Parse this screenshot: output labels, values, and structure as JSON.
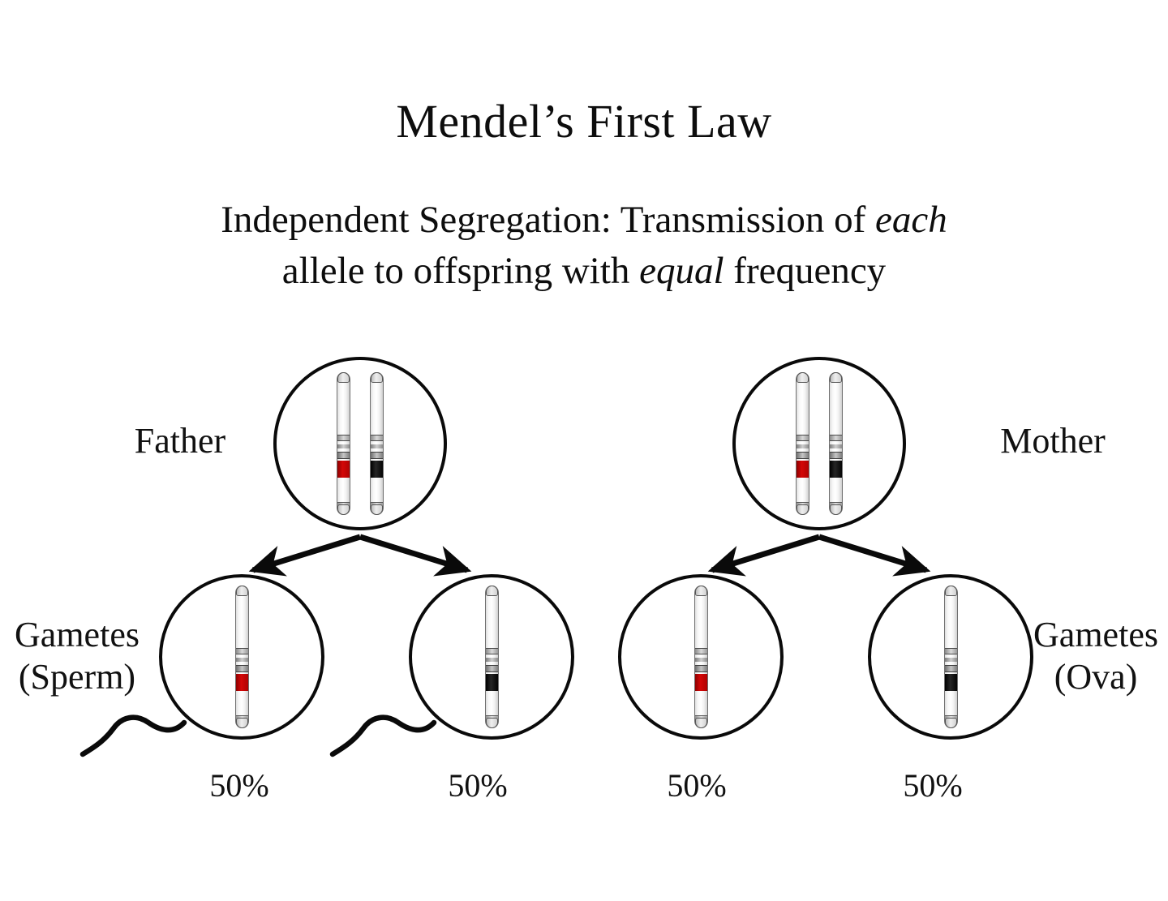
{
  "slide": {
    "title": "Mendel’s First Law",
    "subtitle_line1_a": "Independent Segregation:  Transmission of ",
    "subtitle_line1_em": "each",
    "subtitle_line2_a": "allele to offspring with ",
    "subtitle_line2_em": "equal",
    "subtitle_line2_b": " frequency",
    "background_color": "#ffffff"
  },
  "colors": {
    "allele_dominant": "#d40707",
    "allele_recessive": "#000000",
    "outline": "#0a0a0a",
    "chromosome_band": "#7d7d7d"
  },
  "labels": {
    "father": "Father",
    "mother": "Mother",
    "gametes_sperm": "Gametes\n(Sperm)",
    "gametes_ova": "Gametes\n(Ova)"
  },
  "parents": [
    {
      "name": "father",
      "label": "Father",
      "cell_type": "diploid",
      "chromosomes": [
        {
          "allele": "red"
        },
        {
          "allele": "black"
        }
      ]
    },
    {
      "name": "mother",
      "label": "Mother",
      "cell_type": "diploid",
      "chromosomes": [
        {
          "allele": "red"
        },
        {
          "allele": "black"
        }
      ]
    }
  ],
  "gametes": [
    {
      "name": "sperm-red",
      "parent": "father",
      "allele": "red",
      "has_tail": true,
      "percent": "50%"
    },
    {
      "name": "sperm-black",
      "parent": "father",
      "allele": "black",
      "has_tail": true,
      "percent": "50%"
    },
    {
      "name": "ovum-red",
      "parent": "mother",
      "allele": "red",
      "has_tail": false,
      "percent": "50%"
    },
    {
      "name": "ovum-black",
      "parent": "mother",
      "allele": "black",
      "has_tail": false,
      "percent": "50%"
    }
  ],
  "percentages": [
    "50%",
    "50%",
    "50%",
    "50%"
  ]
}
